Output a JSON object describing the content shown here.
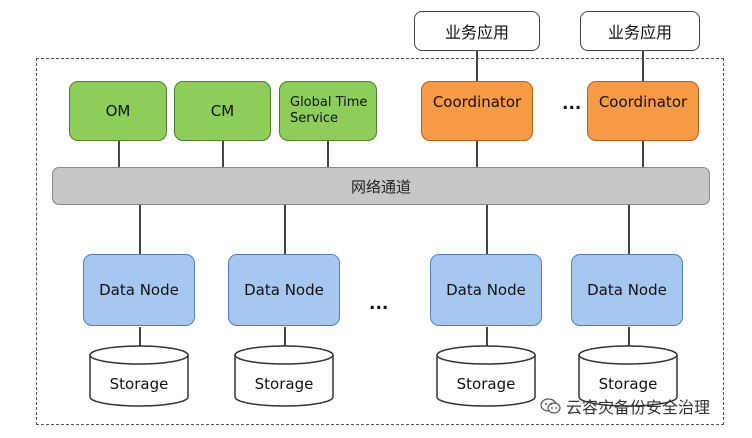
{
  "apps": [
    {
      "label": "业务应用"
    },
    {
      "label": "业务应用"
    }
  ],
  "services": {
    "om": "OM",
    "cm": "CM",
    "gts": "Global Time Service"
  },
  "coordinators": [
    {
      "label": "Coordinator"
    },
    {
      "label": "Coordinator"
    }
  ],
  "coordinator_ellipsis": "...",
  "network": "网络通道",
  "data_nodes": [
    {
      "label": "Data Node"
    },
    {
      "label": "Data Node"
    },
    {
      "label": "Data Node"
    },
    {
      "label": "Data Node"
    }
  ],
  "data_node_ellipsis": "...",
  "storage": [
    {
      "label": "Storage"
    },
    {
      "label": "Storage"
    },
    {
      "label": "Storage"
    },
    {
      "label": "Storage"
    }
  ],
  "watermark": {
    "text": "云容灾备份安全治理",
    "icon": "wechat-logo-icon"
  },
  "colors": {
    "service_green": "#8dce5a",
    "coordinator_orange": "#f79a45",
    "data_node_blue": "#a6c8f0",
    "network_gray": "#c7c7c7"
  }
}
